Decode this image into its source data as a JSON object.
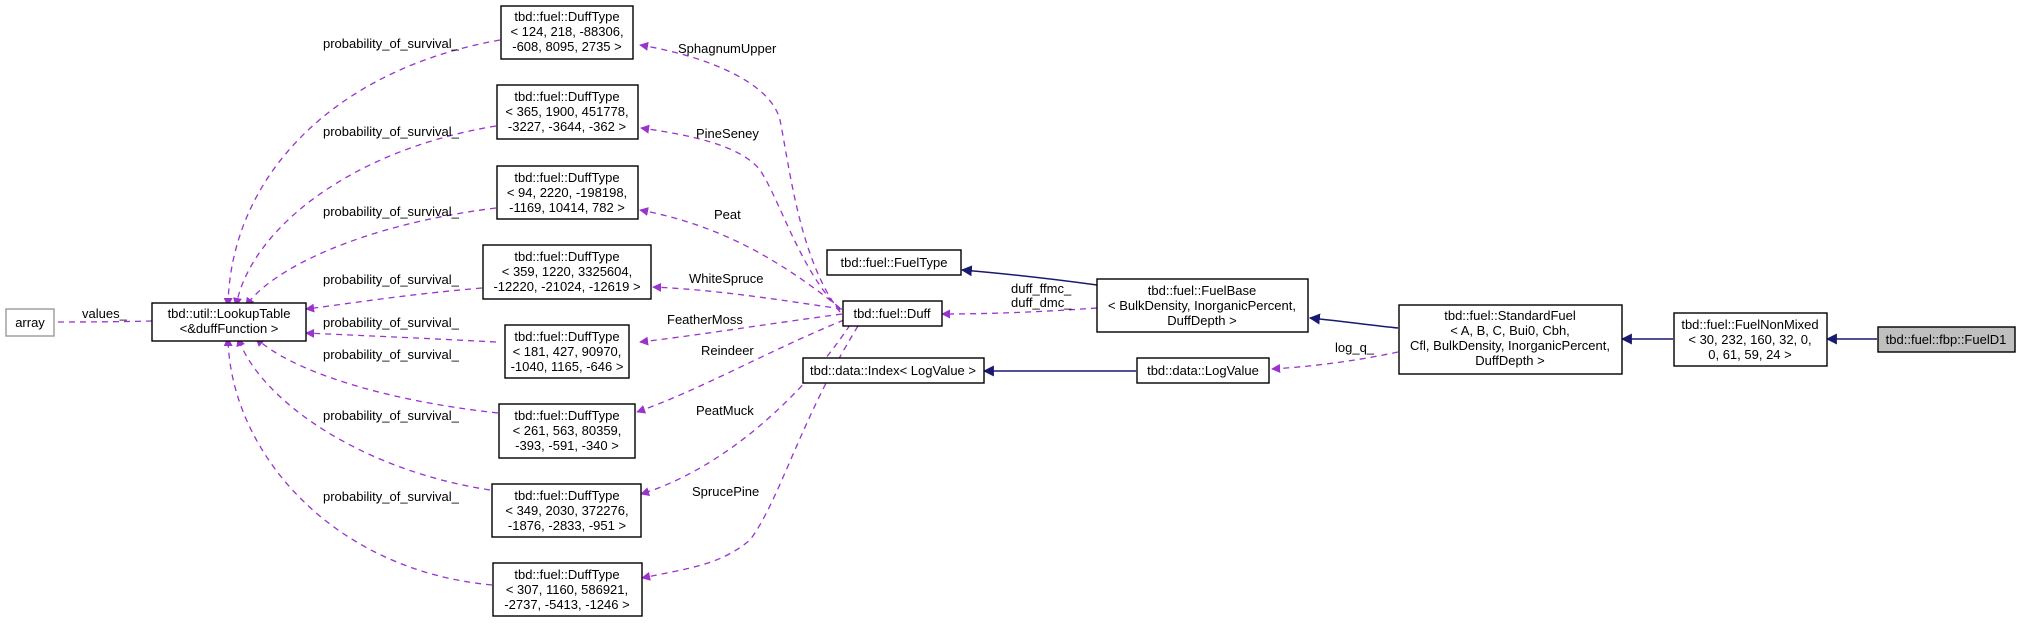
{
  "nodes": {
    "array": [
      "array"
    ],
    "lookup": [
      "tbd::util::LookupTable",
      "<&duffFunction >"
    ],
    "dt1": [
      "tbd::fuel::DuffType",
      "< 124, 218, -88306,",
      "-608, 8095, 2735 >"
    ],
    "dt2": [
      "tbd::fuel::DuffType",
      "< 365, 1900, 451778,",
      "-3227, -3644, -362 >"
    ],
    "dt3": [
      "tbd::fuel::DuffType",
      "< 94, 2220, -198198,",
      "-1169, 10414, 782 >"
    ],
    "dt4": [
      "tbd::fuel::DuffType",
      "< 359, 1220, 3325604,",
      "-12220, -21024, -12619 >"
    ],
    "dt5": [
      "tbd::fuel::DuffType",
      "< 181, 427, 90970,",
      "-1040, 1165, -646 >"
    ],
    "dt6": [
      "tbd::fuel::DuffType",
      "< 261, 563, 80359,",
      "-393, -591, -340 >"
    ],
    "dt7": [
      "tbd::fuel::DuffType",
      "< 349, 2030, 372276,",
      "-1876, -2833, -951 >"
    ],
    "dt8": [
      "tbd::fuel::DuffType",
      "< 307, 1160, 586921,",
      "-2737, -5413, -1246 >"
    ],
    "fueltype": [
      "tbd::fuel::FuelType"
    ],
    "duff": [
      "tbd::fuel::Duff"
    ],
    "index": [
      "tbd::data::Index< LogValue >"
    ],
    "logvalue": [
      "tbd::data::LogValue"
    ],
    "fuelbase": [
      "tbd::fuel::FuelBase",
      "< BulkDensity, InorganicPercent,",
      "DuffDepth >"
    ],
    "standardfuel": [
      "tbd::fuel::StandardFuel",
      "< A, B, C, Bui0, Cbh,",
      "Cfl, BulkDensity, InorganicPercent,",
      "DuffDepth >"
    ],
    "nonmixed": [
      "tbd::fuel::FuelNonMixed",
      "< 30, 232, 160, 32, 0,",
      "0, 61, 59, 24 >"
    ],
    "fueld1": [
      "tbd::fuel::fbp::FuelD1"
    ]
  },
  "edge_labels": {
    "values": "values_",
    "pos": "probability_of_survival_",
    "sphagnum": "SphagnumUpper",
    "pineseney": "PineSeney",
    "peat": "Peat",
    "whitespruce": "WhiteSpruce",
    "feathermoss": "FeatherMoss",
    "reindeer": "Reindeer",
    "peatmuck": "PeatMuck",
    "sprucepine": "SprucePine",
    "duff_ffmc": "duff_ffmc_",
    "duff_dmc": "duff_dmc_",
    "log_q": "log_q_"
  },
  "colors": {
    "member_edge": "#9a32cd",
    "inherit_edge": "#191970",
    "highlight_fill": "#bfbfbf",
    "gray_border": "#999999"
  }
}
